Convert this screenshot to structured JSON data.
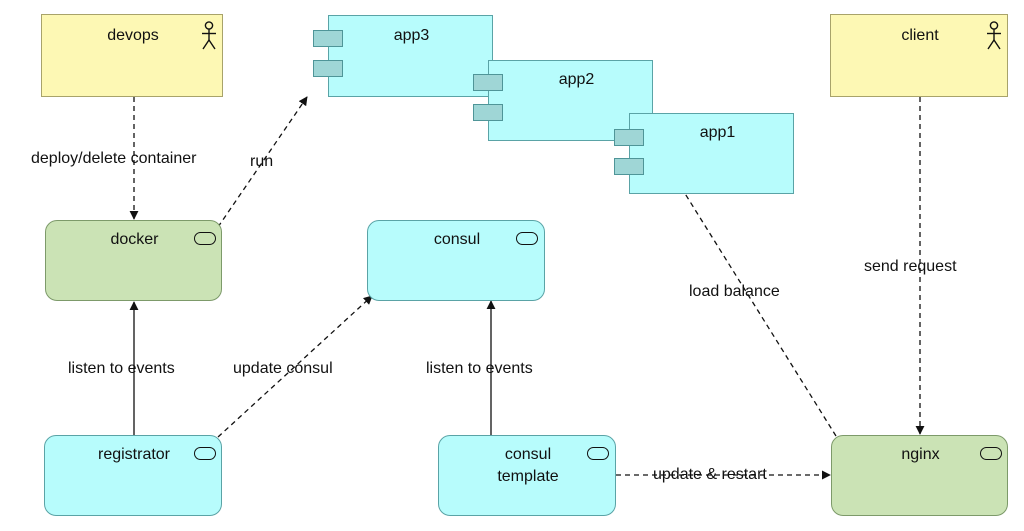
{
  "diagram": {
    "nodes": {
      "devops": {
        "label": "devops",
        "kind": "actor"
      },
      "client": {
        "label": "client",
        "kind": "actor"
      },
      "app3": {
        "label": "app3",
        "kind": "component"
      },
      "app2": {
        "label": "app2",
        "kind": "component"
      },
      "app1": {
        "label": "app1",
        "kind": "component"
      },
      "docker": {
        "label": "docker",
        "kind": "service"
      },
      "consul": {
        "label": "consul",
        "kind": "service"
      },
      "registrator": {
        "label": "registrator",
        "kind": "service"
      },
      "consul_template": {
        "label_line1": "consul",
        "label_line2": "template",
        "kind": "service"
      },
      "nginx": {
        "label": "nginx",
        "kind": "service"
      }
    },
    "edges": {
      "deploy": {
        "from": "devops",
        "to": "docker",
        "label": "deploy/delete container",
        "style": "dashed"
      },
      "run": {
        "from": "docker",
        "to": "app3",
        "label": "run",
        "style": "dashed"
      },
      "listen_docker": {
        "from": "registrator",
        "to": "docker",
        "label": "listen to events",
        "style": "solid"
      },
      "update_consul": {
        "from": "registrator",
        "to": "consul",
        "label": "update consul",
        "style": "dashed"
      },
      "listen_consul": {
        "from": "consul_template",
        "to": "consul",
        "label": "listen to events",
        "style": "solid"
      },
      "update_restart": {
        "from": "consul_template",
        "to": "nginx",
        "label": "update & restart",
        "style": "dashed"
      },
      "load_balance": {
        "from": "nginx",
        "to": "app1",
        "label": "load balance",
        "style": "dashed"
      },
      "send_request": {
        "from": "client",
        "to": "nginx",
        "label": "send request",
        "style": "dashed"
      }
    }
  }
}
